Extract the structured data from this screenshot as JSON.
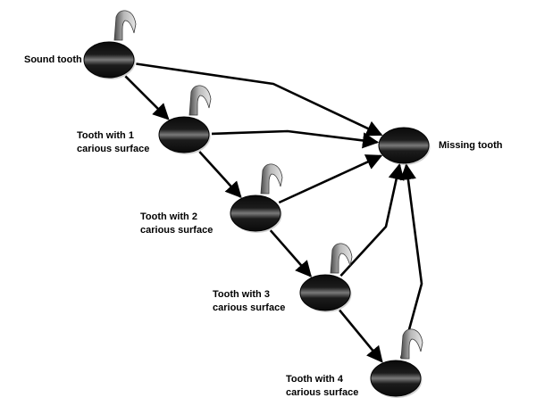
{
  "nodes": [
    {
      "id": "sound",
      "label_lines": [
        "Sound tooth"
      ]
    },
    {
      "id": "c1",
      "label_lines": [
        "Tooth with 1",
        "carious surface"
      ]
    },
    {
      "id": "c2",
      "label_lines": [
        "Tooth with 2",
        "carious surface"
      ]
    },
    {
      "id": "c3",
      "label_lines": [
        "Tooth with 3",
        "carious surface"
      ]
    },
    {
      "id": "c4",
      "label_lines": [
        "Tooth with 4",
        "carious surface"
      ]
    },
    {
      "id": "missing",
      "label_lines": [
        "Missing tooth"
      ]
    }
  ],
  "edges": [
    {
      "from": "sound",
      "to": "c1"
    },
    {
      "from": "c1",
      "to": "c2"
    },
    {
      "from": "c2",
      "to": "c3"
    },
    {
      "from": "c3",
      "to": "c4"
    },
    {
      "from": "sound",
      "to": "missing"
    },
    {
      "from": "c1",
      "to": "missing"
    },
    {
      "from": "c2",
      "to": "missing"
    },
    {
      "from": "c3",
      "to": "missing"
    },
    {
      "from": "c4",
      "to": "missing"
    }
  ],
  "colors": {
    "node_dark": "#0a0a0a",
    "node_light": "#7a7a7a",
    "arrow": "#000000",
    "tab_light": "#d8d8d8",
    "tab_dark": "#4a4a4a"
  },
  "icons": {
    "node": "tooth-node-icon",
    "tab": "tooth-tab-icon"
  }
}
